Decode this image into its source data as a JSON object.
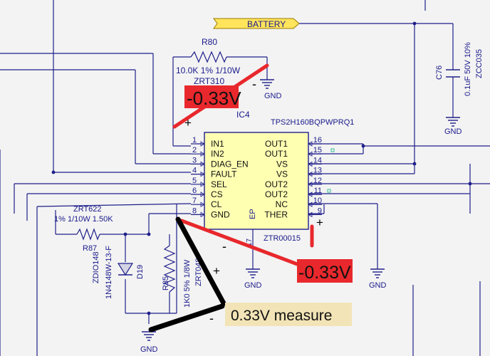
{
  "schematic": {
    "net_label_battery": "BATTERY",
    "r80": {
      "ref": "R80",
      "value": "10.0K  1% 1/10W",
      "part": "ZRT310"
    },
    "ic4": {
      "ref": "IC4",
      "part": "TPS2H160BQPWPRQ1",
      "footprint": "ZTR00015",
      "left_pins": [
        {
          "num": "1",
          "name": "IN1"
        },
        {
          "num": "2",
          "name": "IN2"
        },
        {
          "num": "3",
          "name": "DIAG_EN"
        },
        {
          "num": "4",
          "name": "FAULT"
        },
        {
          "num": "5",
          "name": "SEL"
        },
        {
          "num": "6",
          "name": "CS"
        },
        {
          "num": "7",
          "name": "CL"
        },
        {
          "num": "8",
          "name": "GND"
        }
      ],
      "right_pins": [
        {
          "num": "16",
          "name": "OUT1"
        },
        {
          "num": "15",
          "name": "OUT1"
        },
        {
          "num": "14",
          "name": "VS"
        },
        {
          "num": "13",
          "name": "VS"
        },
        {
          "num": "12",
          "name": "OUT2"
        },
        {
          "num": "11",
          "name": "OUT2"
        },
        {
          "num": "10",
          "name": "NC"
        },
        {
          "num": "9",
          "name": "THER"
        }
      ],
      "ep_label": "EP",
      "ep_pin": "17"
    },
    "c76": {
      "ref": "C76",
      "value": "0.1uF 50V 10%",
      "part": "ZCC035"
    },
    "r87": {
      "ref": "R87",
      "value": "1% 1/10W  1.50K",
      "part": "ZRT622"
    },
    "d19": {
      "ref": "D19",
      "value": "1N4148W-13-F",
      "part": "ZDIO148"
    },
    "r85": {
      "ref": "R85",
      "value": "1K0 5% 1/8W",
      "part": "ZRT048"
    },
    "gnd": "GND"
  },
  "annotations": {
    "top_reading": "-0.33V",
    "right_reading": "-0.33V",
    "measure_label": "0.33V measure",
    "plus": "+",
    "minus": "-"
  },
  "colors": {
    "wire": "#1f1f8a",
    "text": "#1a1a8c",
    "ic_fill": "#ffffb2",
    "battery_fill": "#ffe45c",
    "annotation_red": "#e8282c",
    "annotation_black": "#000000",
    "measure_bg": "#f2e4b6"
  }
}
